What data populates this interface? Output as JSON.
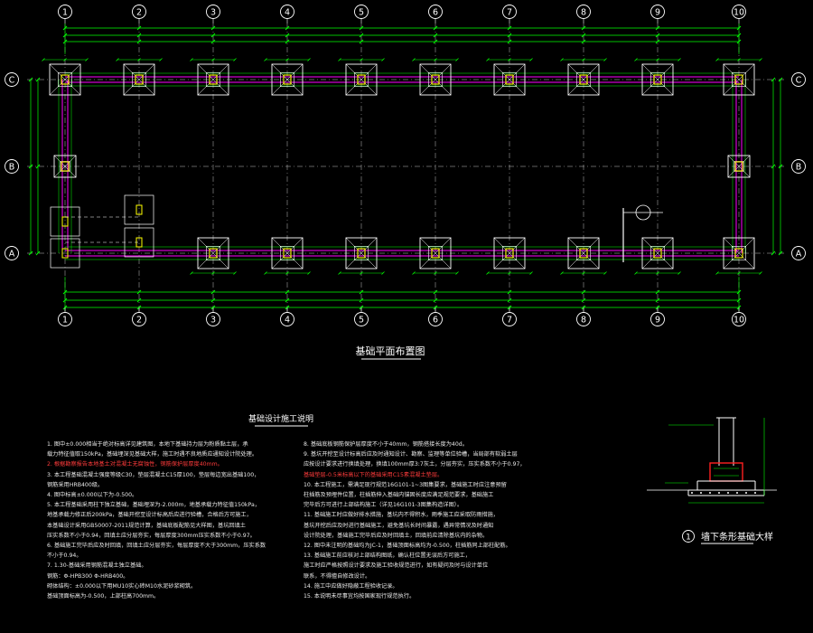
{
  "drawing": {
    "title": "基础平面布置图",
    "notes_title": "基础设计施工说明",
    "detail_number": "1",
    "detail_title": "墙下条形基础大样",
    "colors": {
      "background": "#000000",
      "axis": "#ffffff",
      "dimension": "#00ff00",
      "beam": "#ff00ff",
      "column": "#ffff00",
      "gridline": "#bfbfbf",
      "red_note": "#ff3b3b",
      "title_underline": "#ffffff"
    },
    "axes_x": [
      "1",
      "2",
      "3",
      "4",
      "5",
      "6",
      "7",
      "8",
      "9",
      "10"
    ],
    "axes_y": [
      "C",
      "B",
      "A"
    ]
  },
  "notes": {
    "left": [
      {
        "text": "1. 图中±0.000相当于绝对标高详见建筑图，本地下基础持力层为粉质黏土层，承",
        "red": false
      },
      {
        "text": "   载力特征值取150kPa，基础埋深见基础大样，施工时遇不良地质应通知设计院处理。",
        "red": false
      },
      {
        "text": "2. 根据勘察报告本地基土对混凝土无腐蚀性，钢筋保护层厚度40mm。",
        "red": true
      },
      {
        "text": "3. 本工程基础混凝土强度等级C30，垫层混凝土C15厚100，垫层每边宽出基础100，",
        "red": false
      },
      {
        "text": "   钢筋采用HRB400级。",
        "red": false
      },
      {
        "text": "4. 图中标高±0.000以下为-0.500。",
        "red": false
      },
      {
        "text": "5. 本工程基础采用柱下独立基础，基础埋深为-2.000m，地基承载力特征值150kPa，",
        "red": false
      },
      {
        "text": "   地基承载力修正后200kPa，基础开挖至设计标高后应进行验槽，合格后方可施工，",
        "red": false
      },
      {
        "text": "   本基础设计采用GB50007-2011规范计算，基础底板配筋见大样图，基坑回填土",
        "red": false
      },
      {
        "text": "   压实系数不小于0.94，回填土应分层夯实，每层厚度300mm压实系数不小于0.97。",
        "red": false
      },
      {
        "text": "6. 基础施工完毕后应及时回填，回填土应分层夯实，每层厚度不大于300mm，压实系数",
        "red": false
      },
      {
        "text": "   不小于0.94。",
        "red": false
      },
      {
        "text": "7. 1.30-基础采用钢筋混凝土独立基础。",
        "red": false
      },
      {
        "text": "   钢筋：Φ-HPB300 Φ-HRB400。",
        "red": false
      },
      {
        "text": "   砌体结构：±0.000以下用MU10实心砖M10水泥砂浆砌筑。",
        "red": false
      },
      {
        "text": "   基础顶面标高为-0.500，上部柱高700mm。",
        "red": false
      }
    ],
    "right": [
      {
        "text": "8. 基础底板钢筋保护层厚度不小于40mm，钢筋搭接长度为40d。",
        "red": false
      },
      {
        "text": "9. 基坑开挖至设计标高后应及时通知设计、勘察、监理等单位验槽，当局部有软弱土层",
        "red": false
      },
      {
        "text": "   应按设计要求进行换填处理，换填100mm厚3:7灰土，分层夯实，压实系数不小于0.97，",
        "red": false
      },
      {
        "text": "   基础垫层-0.5米标高以下的基础采用C15素混凝土垫层。",
        "red": true
      },
      {
        "text": "10. 本工程施工，需满足现行规范16G101-1~3图集要求，基础施工时应注意预留",
        "red": false
      },
      {
        "text": "   柱插筋及预埋件位置，柱插筋伸入基础内锚固长度应满足规范要求，基础施工",
        "red": false
      },
      {
        "text": "   完毕后方可进行上部结构施工（详见16G101-3图集构造详图）。",
        "red": false
      },
      {
        "text": "11. 基础施工时应做好排水措施，基坑内不得积水，雨季施工应采取防雨措施，",
        "red": false
      },
      {
        "text": "   基坑开挖后应及时进行基础施工，避免基坑长时间暴露，遇异常情况及时通知",
        "red": false
      },
      {
        "text": "   设计院处理，基础施工完毕后应及时回填土，回填前应清除基坑内的杂物。",
        "red": false
      },
      {
        "text": "12. 图中未注明的基础均为JC-1，基础顶面标高均为-0.500，柱插筋同上部柱配筋。",
        "red": false
      },
      {
        "text": "13. 基础施工前应核对上部结构图纸，确认柱位置无误后方可施工，",
        "red": false
      },
      {
        "text": "   施工时应严格按照设计要求及施工验收规范进行，如有疑问及时与设计单位",
        "red": false
      },
      {
        "text": "   联系，不得擅自修改设计。",
        "red": false
      },
      {
        "text": "14. 施工中应做好隐蔽工程验收记录。",
        "red": false
      },
      {
        "text": "15. 本说明未尽事宜均按国家现行规范执行。",
        "red": false
      }
    ]
  }
}
